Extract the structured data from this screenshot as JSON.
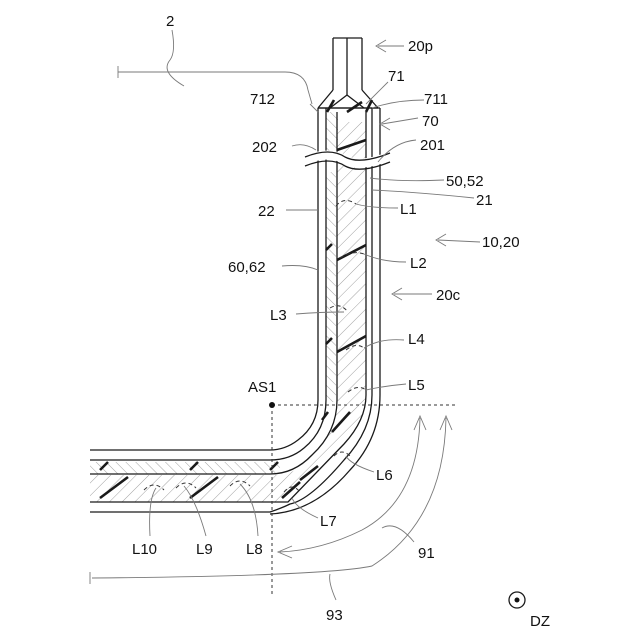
{
  "figure": {
    "labels": {
      "ref_2": "2",
      "ref_20p": "20p",
      "ref_71": "71",
      "ref_711": "711",
      "ref_712": "712",
      "ref_70": "70",
      "ref_202": "202",
      "ref_201": "201",
      "ref_50_52": "50,52",
      "ref_21": "21",
      "ref_22": "22",
      "ref_L1": "L1",
      "ref_10_20": "10,20",
      "ref_60_62": "60,62",
      "ref_L2": "L2",
      "ref_20c": "20c",
      "ref_L3": "L3",
      "ref_L4": "L4",
      "ref_AS1": "AS1",
      "ref_L5": "L5",
      "ref_L6": "L6",
      "ref_L7": "L7",
      "ref_L10": "L10",
      "ref_L9": "L9",
      "ref_L8": "L8",
      "ref_91": "91",
      "ref_93": "93",
      "ref_DZ": "DZ"
    }
  }
}
